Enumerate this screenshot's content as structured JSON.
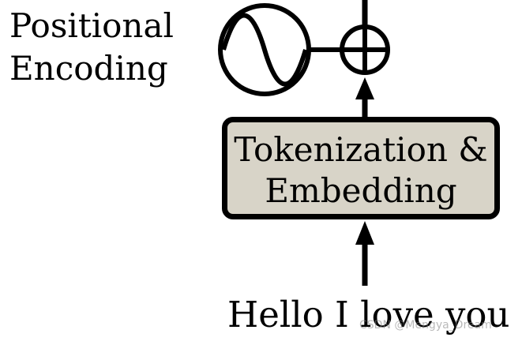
{
  "positional_label": {
    "line1": "Positional",
    "line2": "Encoding"
  },
  "embedding_block": {
    "line1": "Tokenization &",
    "line2": "Embedding",
    "fill_color": "#d8d4c8"
  },
  "input_text": "Hello I love you",
  "watermark": "CSDN @Mengya_Dream",
  "icons": {
    "oscillator": "sine-wave-icon",
    "adder": "plus-circle-icon"
  }
}
